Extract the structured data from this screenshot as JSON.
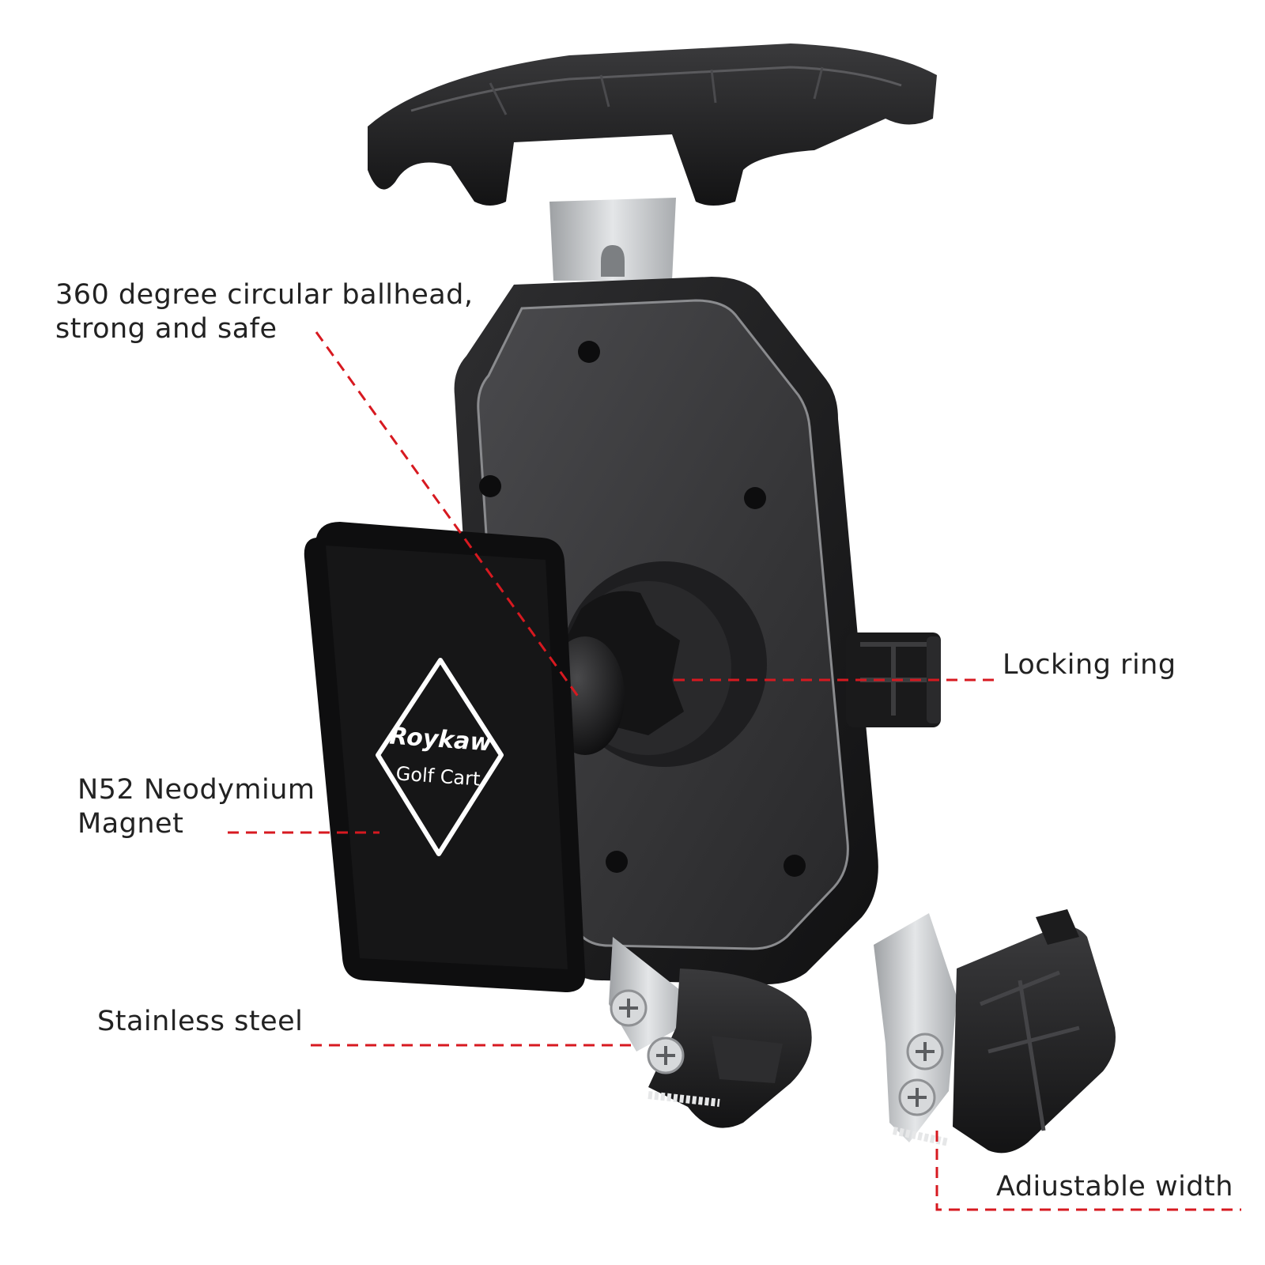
{
  "callouts": {
    "ballhead": {
      "line1": "360 degree circular ballhead,",
      "line2": "strong and safe"
    },
    "magnet": {
      "line1": "N52 Neodymium",
      "line2": "Magnet"
    },
    "steel": {
      "text": "Stainless steel"
    },
    "locking_ring": {
      "text": "Locking ring"
    },
    "adjustable_width": {
      "text": "Adiustable width"
    }
  },
  "brand": {
    "logo_line1": "Roykaw",
    "logo_line2": "Golf Cart"
  },
  "colors": {
    "leader_line": "#d71920",
    "text": "#222222",
    "body_dark": "#1c1c1e",
    "plate": "#3a3a3c",
    "steel": "#c8cacc"
  }
}
